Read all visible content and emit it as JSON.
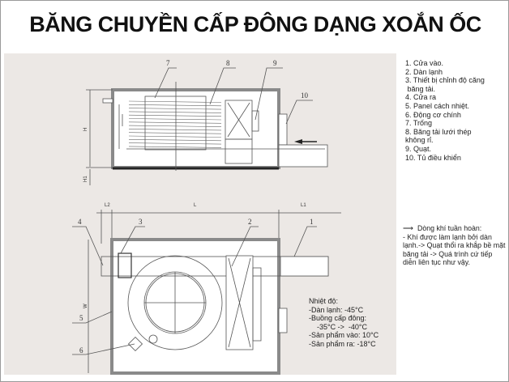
{
  "title": "BĂNG CHUYỀN CẤP ĐÔNG DẠNG XOẮN ỐC",
  "legend": [
    "1. Cửa vào.",
    "2. Dàn lạnh",
    "3. Thiết bị chỉnh độ căng",
    " băng tải.",
    "4. Cửa ra",
    "5. Panel cách nhiệt.",
    "6. Động cơ chính",
    "7. Trống",
    "8. Băng tải lưới thép",
    "không rỉ.",
    "9. Quạt.",
    "10. Tủ điều khiển"
  ],
  "airflow": {
    "heading": "Dòng khí tuần hoàn:",
    "text": "- Khí được làm lạnh bởi dàn lạnh.-> Quạt thổi ra khắp bề mặt băng tải -> Quá trình cứ tiếp diễn liên tục như vậy."
  },
  "temperatures": {
    "heading": "Nhiệt độ:",
    "lines": [
      "-Dàn lạnh: -45°C",
      "-Buồng cấp đông:",
      "    -35°C ->  -40°C",
      "-Sản phẩm vào: 10°C",
      "-Sản phẩm ra: -18°C"
    ]
  },
  "diagram_labels": {
    "side": [
      "7",
      "8",
      "9",
      "10"
    ],
    "top": [
      "4",
      "3",
      "2",
      "1",
      "5",
      "6"
    ],
    "dims": {
      "H": "H",
      "H1": "H1",
      "L": "L",
      "L1": "L1",
      "L2": "L2",
      "W": "W"
    }
  }
}
